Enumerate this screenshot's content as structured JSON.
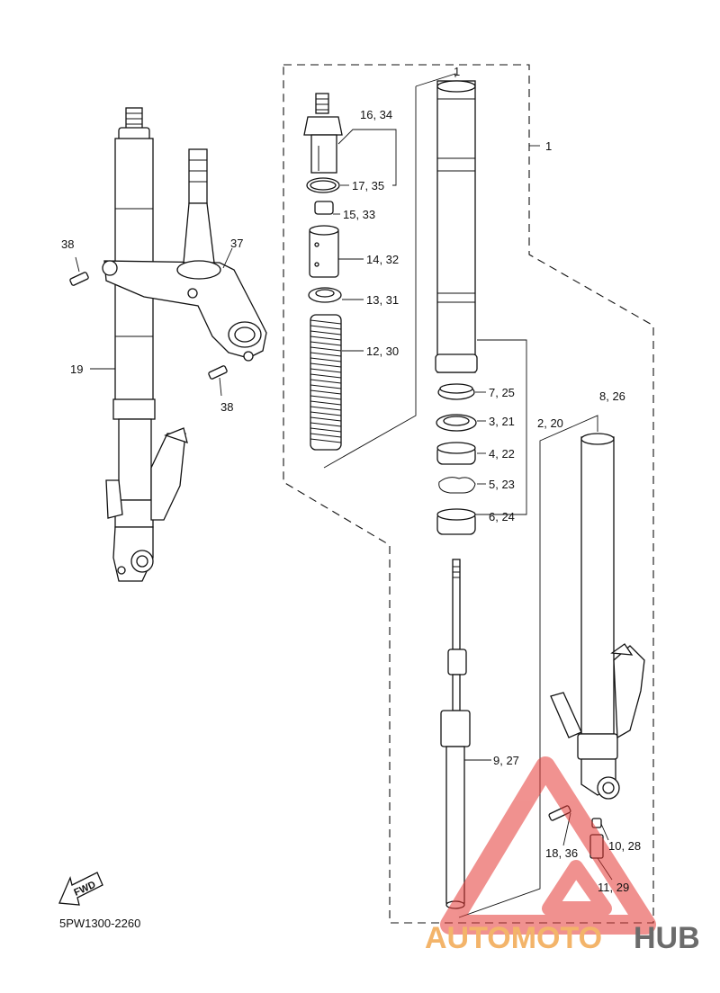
{
  "diagram": {
    "code": "5PW1300-2260",
    "fwd_label": "FWD",
    "labels": {
      "p1_top": "1",
      "p1_side": "1",
      "p16_34": "16, 34",
      "p17_35": "17, 35",
      "p15_33": "15, 33",
      "p14_32": "14, 32",
      "p13_31": "13, 31",
      "p12_30": "12, 30",
      "p7_25": "7, 25",
      "p3_21": "3, 21",
      "p2_20": "2, 20",
      "p4_22": "4, 22",
      "p5_23": "5, 23",
      "p6_24": "6, 24",
      "p8_26": "8, 26",
      "p9_27": "9, 27",
      "p18_36": "18, 36",
      "p10_28": "10, 28",
      "p11_29": "11, 29",
      "p38a": "38",
      "p38b": "38",
      "p37": "37",
      "p19": "19"
    }
  },
  "watermark": {
    "part1": "AUTOMOTO",
    "part2": "HUB",
    "colors": {
      "triangle": "#e53935",
      "text_orange": "#f3b46a",
      "text_gray": "#6b6b6b"
    }
  }
}
